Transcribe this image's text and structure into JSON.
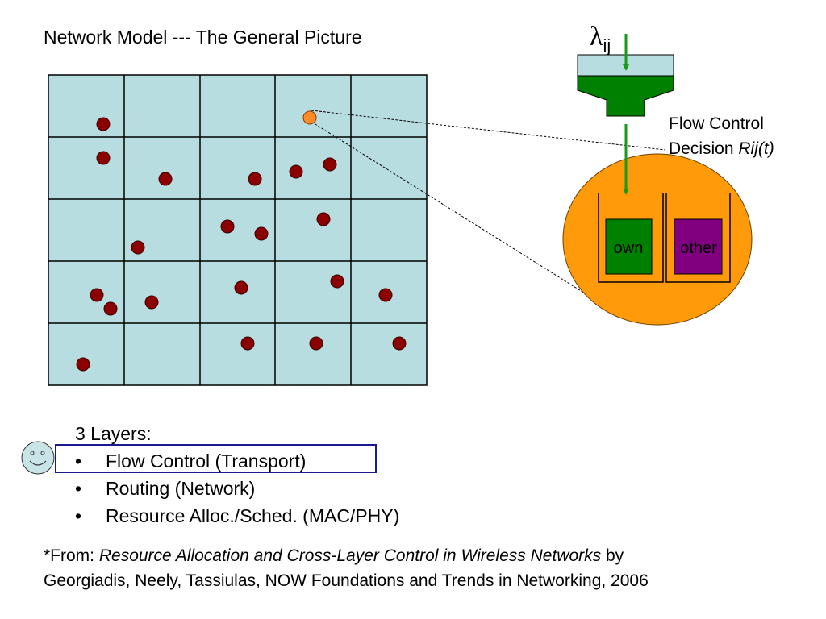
{
  "title": "Network Model  --- The General Picture",
  "lambda": {
    "symbol": "λ",
    "subscript": "ij"
  },
  "flow_control": {
    "line1": "Flow Control",
    "line2_prefix": "Decision ",
    "line2_italic": "Rij(t)"
  },
  "queues": {
    "own_label": "own",
    "other_label": "other"
  },
  "layers": {
    "heading": "3 Layers:",
    "bullet": "•",
    "items": [
      "Flow Control  (Transport)",
      "Routing (Network)",
      "Resource Alloc./Sched. (MAC/PHY)"
    ]
  },
  "citation": {
    "prefix": "*From: ",
    "book_title": "Resource Allocation and Cross-Layer Control in Wireless Networks",
    "suffix": " by",
    "line2": " Georgiadis, Neely, Tassiulas, NOW Foundations and Trends in Networking, 2006"
  },
  "colors": {
    "grid_fill": "#b8dde0",
    "node_fill": "#8b0000",
    "highlight_node": "#ff8c28",
    "circle_fill": "#ff9a0a",
    "funnel_green": "#008000",
    "arrow_green": "#1a9a1a",
    "own_fill": "#008000",
    "other_fill": "#800080",
    "highlight_box": "#1a1a8c",
    "smiley_fill": "#c9e4e6"
  }
}
